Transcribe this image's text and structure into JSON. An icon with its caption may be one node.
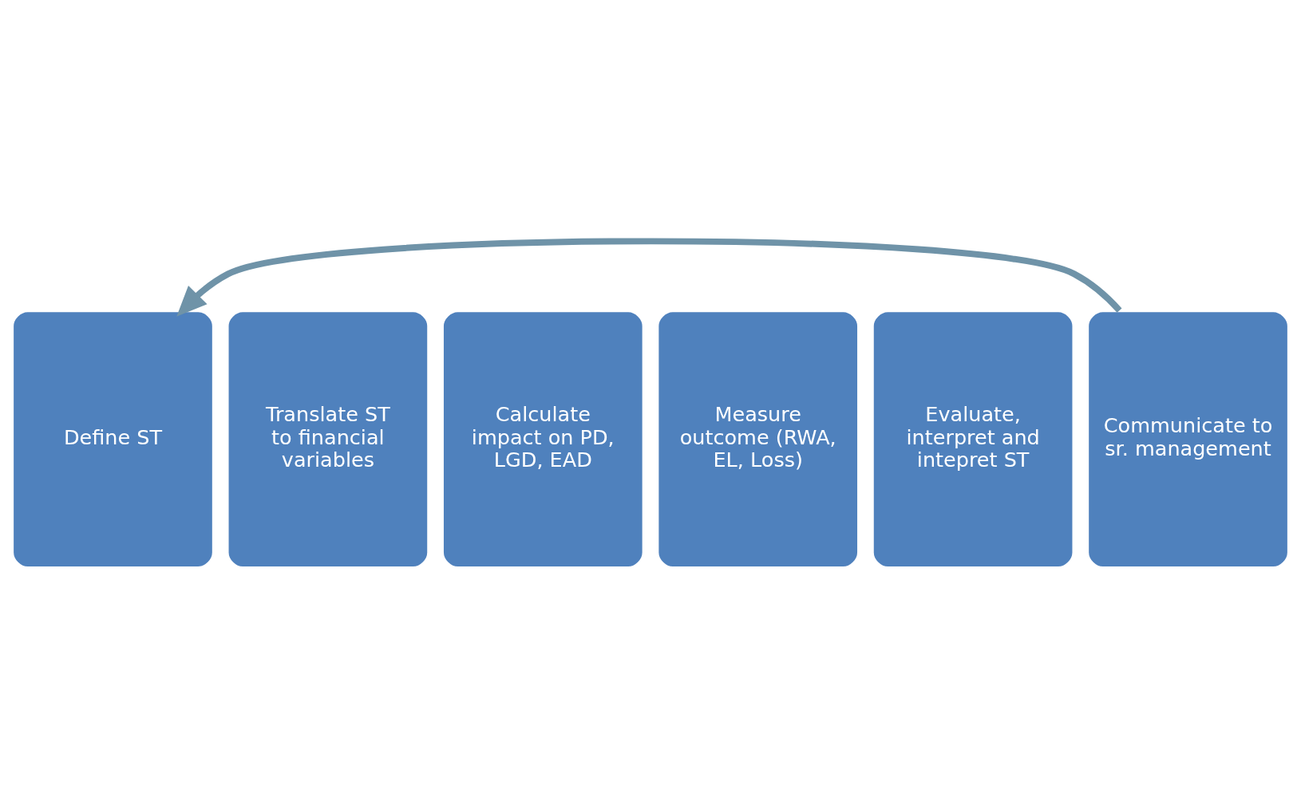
{
  "diagram": {
    "nodes": [
      {
        "text": [
          "Define ST"
        ]
      },
      {
        "text": [
          "Translate ST to financial variables"
        ]
      },
      {
        "text": [
          "Calculate impact on PD, LGD, EAD"
        ]
      },
      {
        "text": [
          "Measure outcome (RWA, EL, Loss)"
        ]
      },
      {
        "text": [
          "Evaluate, interpret and intepret ST"
        ]
      },
      {
        "text": [
          "Communicate to sr. management"
        ]
      }
    ],
    "edges": [
      {
        "from": 5,
        "to": 0,
        "arrow": "to"
      }
    ]
  }
}
